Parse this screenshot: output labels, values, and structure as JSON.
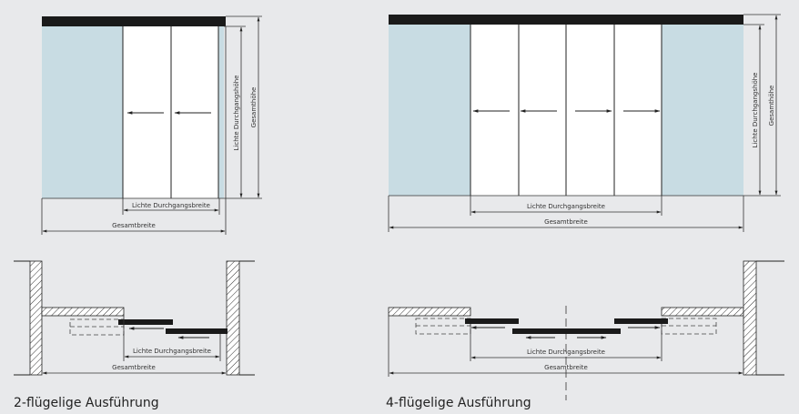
{
  "colors": {
    "background": "#e8e9eb",
    "glass": "#c8dce3",
    "frame": "#1a1a1a",
    "door": "#ffffff"
  },
  "left_variant": {
    "caption": "2-flügelige Ausführung",
    "elevation": {
      "clear_height": "Lichte Durchgangshöhe",
      "total_height": "Gesamthöhe",
      "clear_width": "Lichte Durchgangsbreite",
      "total_width": "Gesamtbreite"
    },
    "plan": {
      "clear_width": "Lichte Durchgangsbreite",
      "total_width": "Gesamtbreite"
    }
  },
  "right_variant": {
    "caption": "4-flügelige Ausführung",
    "elevation": {
      "clear_height": "Lichte Durchgangshöhe",
      "total_height": "Gesamthöhe",
      "clear_width": "Lichte Durchgangsbreite",
      "total_width": "Gesamtbreite"
    },
    "plan": {
      "clear_width": "Lichte Durchgangsbreite",
      "total_width": "Gesamtbreite"
    }
  }
}
